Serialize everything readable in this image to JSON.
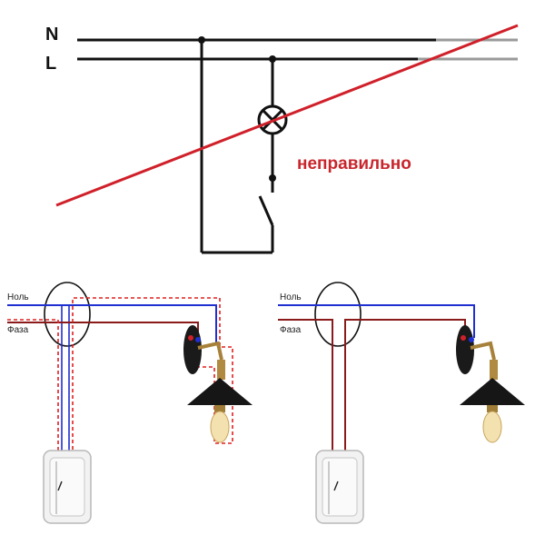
{
  "top": {
    "label_n": "N",
    "label_l": "L",
    "note": "неправильно"
  },
  "left_panel": {
    "label_neutral": "Ноль",
    "label_phase": "Фаза"
  },
  "right_panel": {
    "label_neutral": "Ноль",
    "label_phase": "Фаза"
  },
  "colors": {
    "wire": "#111111",
    "wire_gray": "#9a9a9a",
    "cross": "#d0202a",
    "neutral": "#1f2fd0",
    "phase": "#8b1a1a",
    "dashed": "#e02020",
    "note": "#c8262c"
  }
}
